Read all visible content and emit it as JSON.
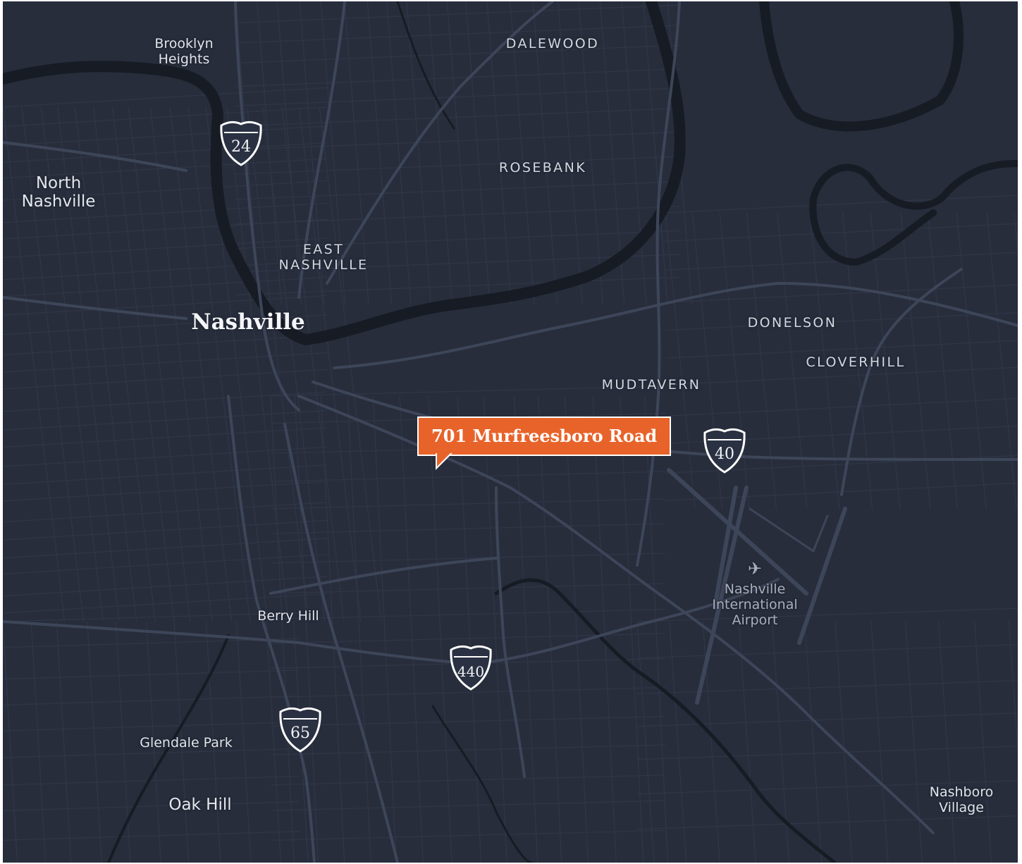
{
  "map": {
    "colors": {
      "land": "#272d3b",
      "water": "#171b24",
      "road_major": "#3d4659",
      "road_minor": "#2f3646",
      "callout": "#e8632a"
    },
    "labels": {
      "brooklyn_heights": "Brooklyn\nHeights",
      "dalewood": "DALEWOOD",
      "rosebank": "ROSEBANK",
      "north_nashville": "North\nNashville",
      "east_nashville": "EAST\nNASHVILLE",
      "nashville": "Nashville",
      "donelson": "DONELSON",
      "cloverhill": "CLOVERHILL",
      "mudtavern": "MUDTAVERN",
      "berry_hill": "Berry Hill",
      "glendale_park": "Glendale Park",
      "oak_hill": "Oak Hill",
      "nashboro_village": "Nashboro\nVillage",
      "airport": "Nashville\nInternational\nAirport"
    },
    "shields": {
      "i24": "24",
      "i40": "40",
      "i440": "440",
      "i65": "65"
    },
    "callout": {
      "text": "701 Murfreesboro Road"
    },
    "icons": {
      "airport": "airplane-icon",
      "interstate": "interstate-shield-icon"
    }
  }
}
